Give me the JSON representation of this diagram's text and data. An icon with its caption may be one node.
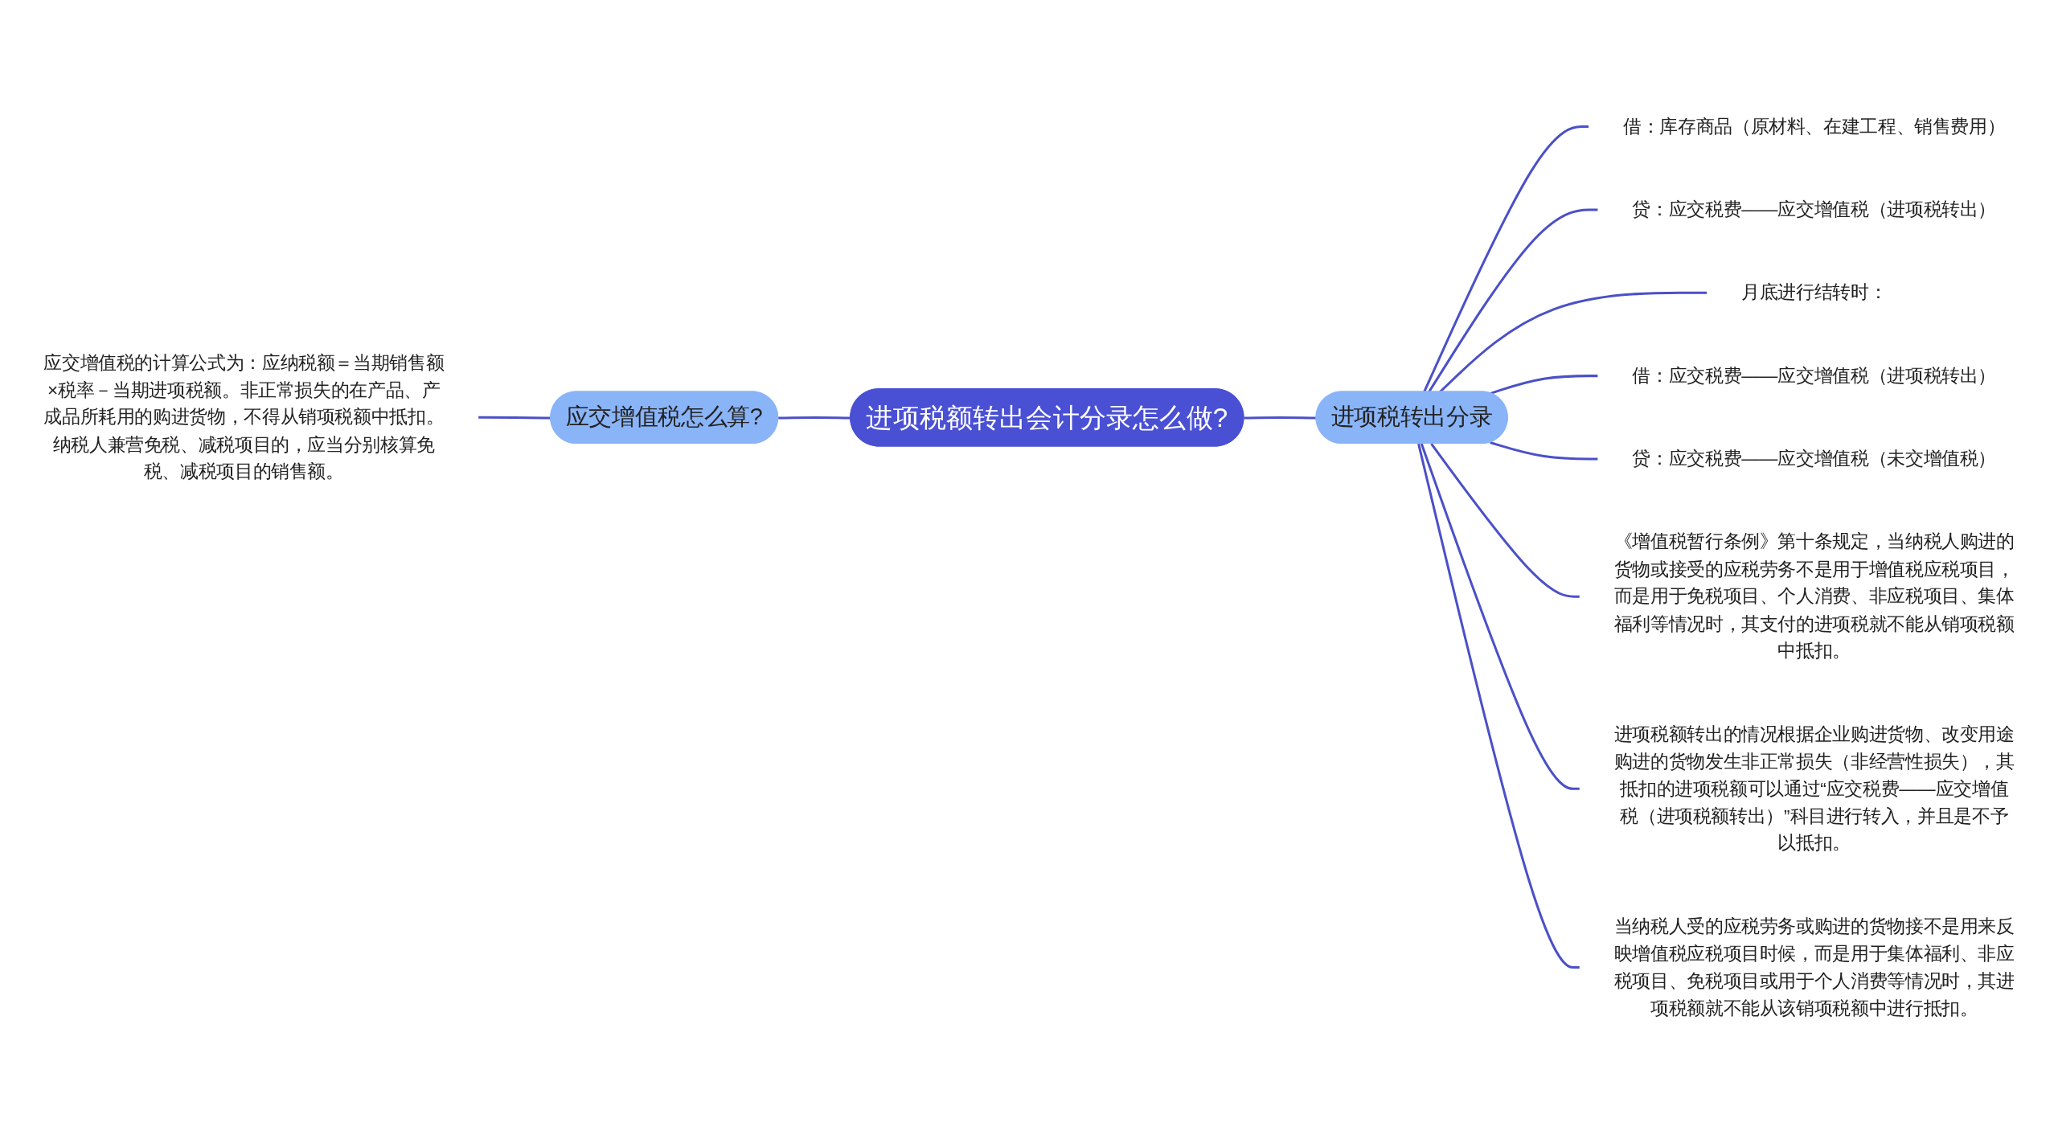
{
  "diagram": {
    "nodes": [
      {
        "text": [
          "进项税额转出会计分录怎么做?"
        ]
      },
      {
        "text": [
          "应交增值税怎么算?"
        ]
      },
      {
        "text": [
          "应交增值税的计算公式为：应纳税额＝当期销售额×税率－当期进项税额。非正常损失的在产品、产成品所耗用的购进货物，不得从销项税额中抵扣。纳税人兼营免税、减税项目的，应当分别核算免税、减税项目的销售额。"
        ]
      },
      {
        "text": [
          "进项税转出分录"
        ]
      },
      {
        "text": [
          "借：库存商品（原材料、在建工程、销售费用）"
        ]
      },
      {
        "text": [
          "贷：应交税费——应交增值税（进项税转出）"
        ]
      },
      {
        "text": [
          "月底进行结转时："
        ]
      },
      {
        "text": [
          "借：应交税费——应交增值税（进项税转出）"
        ]
      },
      {
        "text": [
          "贷：应交税费——应交增值税（未交增值税）"
        ]
      },
      {
        "text": [
          "《增值税暂行条例》第十条规定，当纳税人购进的货物或接受的应税劳务不是用于增值税应税项目，而是用于免税项目、个人消费、非应税项目、集体福利等情况时，其支付的进项税就不能从销项税额中抵扣。"
        ]
      },
      {
        "text": [
          "进项税额转出的情况根据企业购进货物、改变用途购进的货物发生非正常损失（非经营性损失），其抵扣的进项税额可以通过“应交税费——应交增值税（进项税额转出）”科目进行转入，并且是不予以抵扣。"
        ]
      },
      {
        "text": [
          "当纳税人受的应税劳务或购进的货物接不是用来反映增值税应税项目时候，而是用于集体福利、非应税项目、免税项目或用于个人消费等情况时，其进项税额就不能从该销项税额中进行抵扣。"
        ]
      }
    ],
    "edges": [
      {
        "from": 2,
        "to": 1,
        "arrow": "none"
      },
      {
        "from": 1,
        "to": 0,
        "arrow": "none"
      },
      {
        "from": 0,
        "to": 3,
        "arrow": "none"
      },
      {
        "from": 3,
        "to": 4,
        "arrow": "none"
      },
      {
        "from": 3,
        "to": 5,
        "arrow": "none"
      },
      {
        "from": 3,
        "to": 6,
        "arrow": "none"
      },
      {
        "from": 3,
        "to": 7,
        "arrow": "none"
      },
      {
        "from": 3,
        "to": 8,
        "arrow": "none"
      },
      {
        "from": 3,
        "to": 9,
        "arrow": "none"
      },
      {
        "from": 3,
        "to": 10,
        "arrow": "none"
      },
      {
        "from": 3,
        "to": 11,
        "arrow": "none"
      }
    ]
  }
}
